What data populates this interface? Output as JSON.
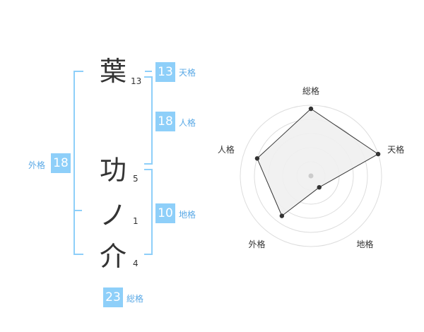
{
  "characters": [
    {
      "char": "葉",
      "strokes": "13"
    },
    {
      "char": "功",
      "strokes": "5"
    },
    {
      "char": "ノ",
      "strokes": "1"
    },
    {
      "char": "介",
      "strokes": "4"
    }
  ],
  "fortunes": {
    "tenkaku": {
      "value": "13",
      "label": "天格"
    },
    "jinkaku": {
      "value": "18",
      "label": "人格"
    },
    "chikaku": {
      "value": "10",
      "label": "地格"
    },
    "gaikaku": {
      "value": "18",
      "label": "外格"
    },
    "soukaku": {
      "value": "23",
      "label": "総格"
    }
  },
  "colors": {
    "accent": "#8ecff9",
    "label": "#5aa9e6",
    "fill": "#efefef",
    "line": "#333333",
    "grid": "#dddddd"
  },
  "chart_data": {
    "type": "radar",
    "axes": [
      "総格",
      "天格",
      "地格",
      "外格",
      "人格"
    ],
    "values": [
      0.95,
      1.0,
      0.2,
      0.7,
      0.8
    ],
    "range": [
      0,
      1
    ],
    "rings": 5
  }
}
